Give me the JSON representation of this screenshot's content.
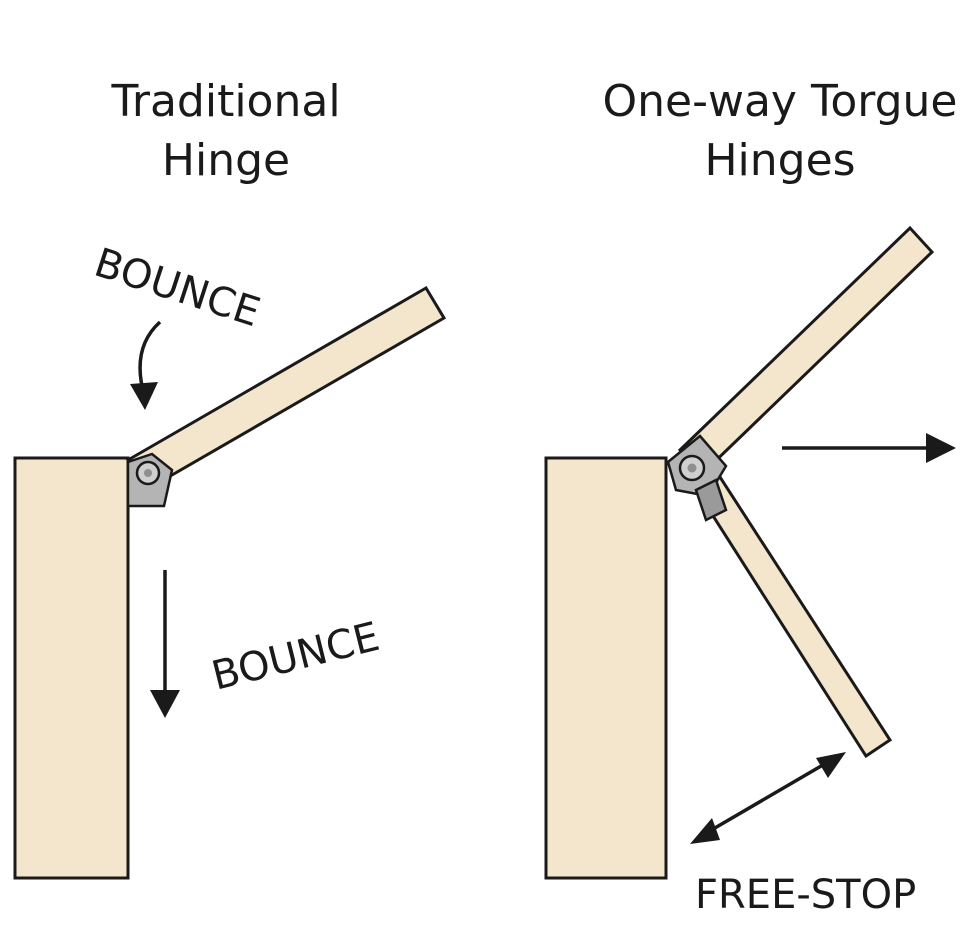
{
  "left_panel": {
    "title_line1": "Traditional",
    "title_line2": "Hinge",
    "label_top": "BOUNCE",
    "label_bottom": "BOUNCE"
  },
  "right_panel": {
    "title_line1": "One-way Torgue",
    "title_line2": "Hinges",
    "label_bottom": "FREE-STOP"
  },
  "colors": {
    "wood": "#f4e6cc",
    "metal": "#b4b4b4",
    "metal_dark": "#8f8f8f",
    "ink": "#1a1a1a",
    "background": "#ffffff"
  }
}
